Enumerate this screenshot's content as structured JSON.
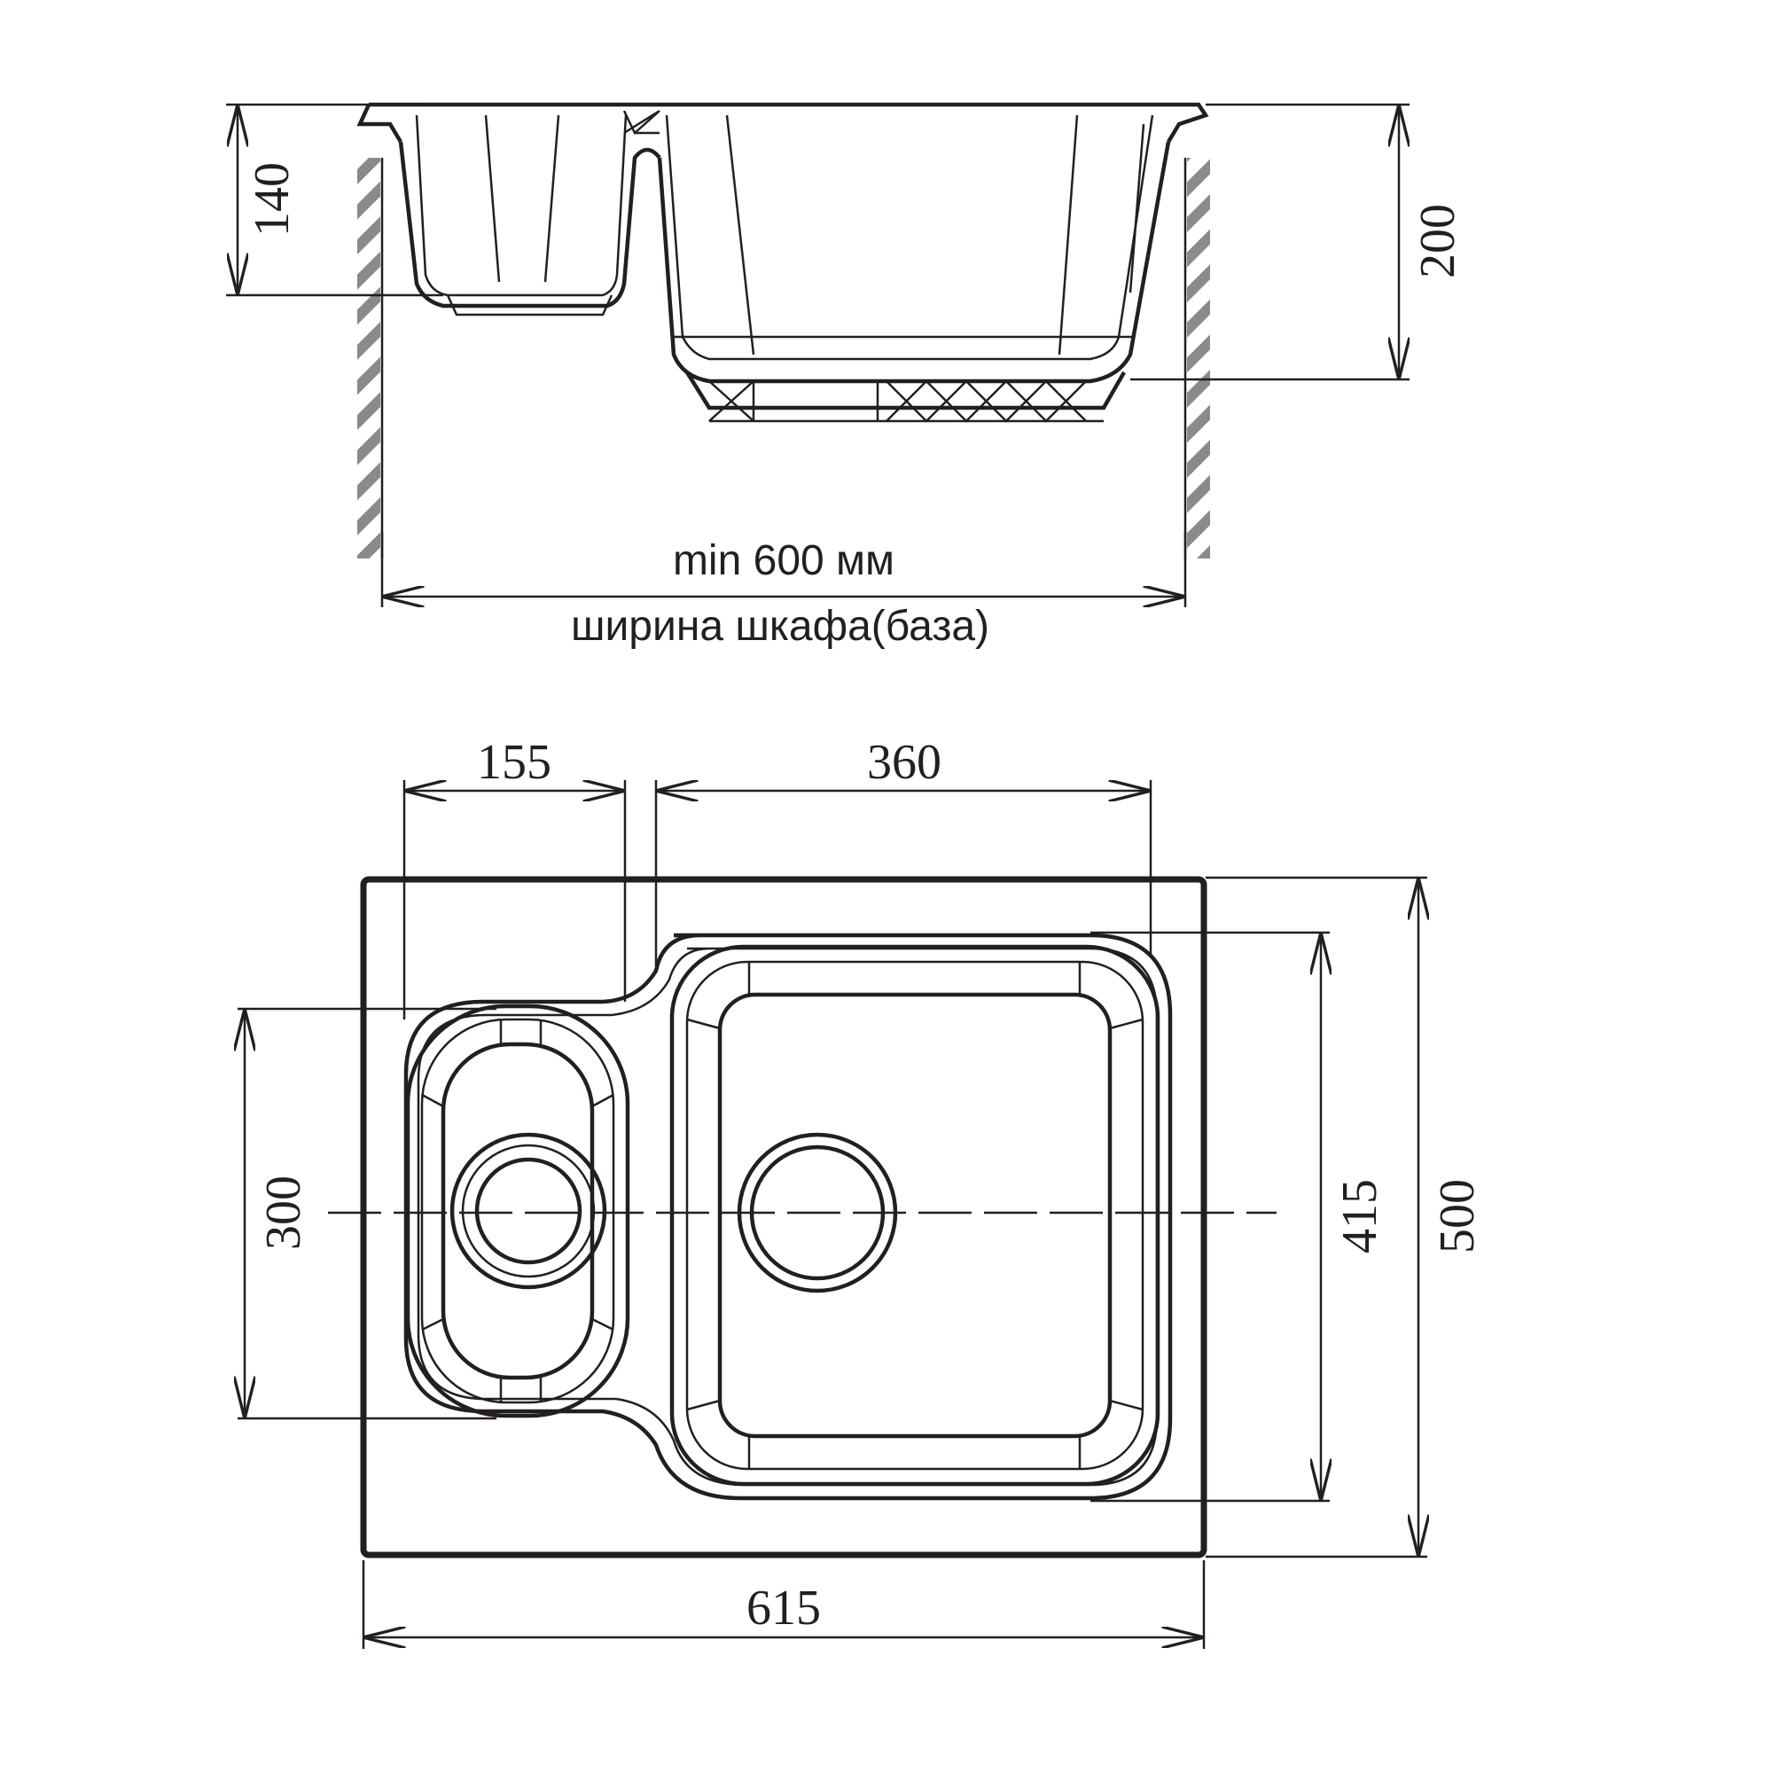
{
  "side_view": {
    "dim_small_depth": "140",
    "dim_large_depth": "200",
    "cabinet_min": "min 600 мм",
    "cabinet_label": "ширина шкафа(база)"
  },
  "top_view": {
    "dim_small_bowl_width": "155",
    "dim_large_bowl_width": "360",
    "dim_small_bowl_length": "300",
    "dim_large_bowl_length": "415",
    "dim_overall_depth": "500",
    "dim_overall_width": "615"
  },
  "colors": {
    "line": "#231f20",
    "wall_hatch": "#8a8a8a",
    "background": "#ffffff"
  }
}
